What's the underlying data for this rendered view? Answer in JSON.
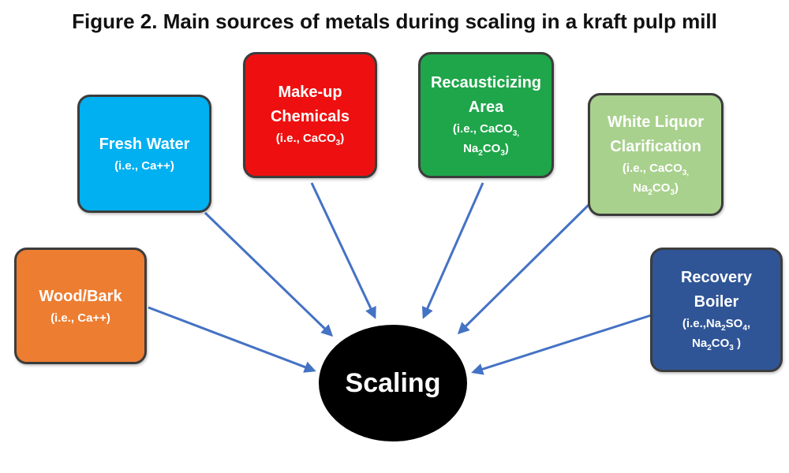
{
  "title": "Figure 2. Main sources of metals during scaling in a kraft pulp mill",
  "center": {
    "label": "Scaling",
    "color": "#000000"
  },
  "arrow_color": "#4472c4",
  "sources": {
    "wood": {
      "name": "Wood/Bark",
      "ex1": "(i.e., Ca++)",
      "color": "#ed7d31"
    },
    "fresh": {
      "name": "Fresh Water",
      "ex1": "(i.e., Ca++)",
      "color": "#00b0f0"
    },
    "makeup": {
      "name1": "Make-up",
      "name2": "Chemicals",
      "ex_pre": "(i.e., CaCO",
      "ex_sub": "3",
      "ex_post": ")",
      "color": "#ee1010"
    },
    "recaus": {
      "name1": "Recausticizing",
      "name2": "Area",
      "ex1_pre": "(i.e., CaCO",
      "ex1_sub": "3,",
      "ex2_pre": "Na",
      "ex2_sub1": "2",
      "ex2_mid": "CO",
      "ex2_sub2": "3",
      "ex2_post": ")",
      "color": "#1fa64a"
    },
    "white": {
      "name1": "White Liquor",
      "name2": "Clarification",
      "ex1_pre": "(i.e., CaCO",
      "ex1_sub": "3,",
      "ex2_pre": "Na",
      "ex2_sub1": "2",
      "ex2_mid": "CO",
      "ex2_sub2": "3",
      "ex2_post": ")",
      "color": "#a9d18e"
    },
    "recov": {
      "name1": "Recovery",
      "name2": "Boiler",
      "ex1_pre": "(i.e.,Na",
      "ex1_sub1": "2",
      "ex1_mid": "SO",
      "ex1_sub2": "4",
      "ex1_post": ",",
      "ex2_pre": "Na",
      "ex2_sub1": "2",
      "ex2_mid": "CO",
      "ex2_sub2": "3",
      "ex2_post": " )",
      "color": "#2f5597"
    }
  }
}
